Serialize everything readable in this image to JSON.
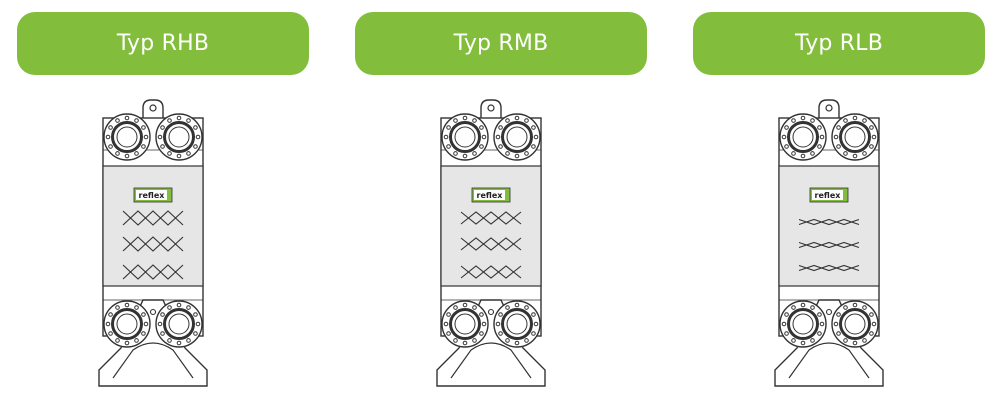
{
  "colors": {
    "accent": "#82be3c",
    "line": "#333333",
    "plate": "#e6e6e6",
    "frame": "#ffffff"
  },
  "types": [
    {
      "label": "Typ RHB",
      "pattern": "high"
    },
    {
      "label": "Typ RMB",
      "pattern": "medium"
    },
    {
      "label": "Typ RLB",
      "pattern": "low"
    }
  ],
  "brand": {
    "logo_text": "reflex"
  }
}
